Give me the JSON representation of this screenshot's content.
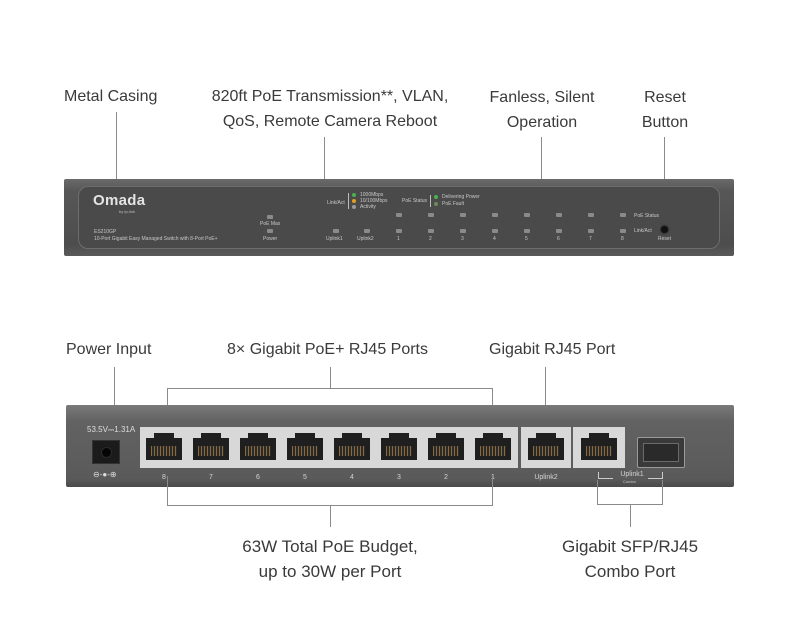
{
  "front_callouts": {
    "metal_casing": "Metal Casing",
    "poe_line1": "820ft PoE Transmission**, VLAN,",
    "poe_line2": "QoS, Remote Camera Reboot",
    "fanless_line1": "Fanless, Silent",
    "fanless_line2": "Operation",
    "reset_line1": "Reset",
    "reset_line2": "Button"
  },
  "front_panel": {
    "brand": "Omada",
    "brand_sub": "by tp-link",
    "model": "ES210GP",
    "description": "10-Port Gigabit Easy Managed Switch with 8-Port PoE+",
    "poe_max": "PoE Max",
    "power": "Power",
    "link_act_legend": "Link/Act",
    "legend_1000": "1000Mbps",
    "legend_10_100": "10/100Mbps",
    "legend_activity": "Activity",
    "poe_status_legend": "PoE Status",
    "legend_delivering": "Delivering Power",
    "legend_fault": "PoE Fault",
    "uplink1": "Uplink1",
    "uplink2": "Uplink2",
    "ports": [
      "1",
      "2",
      "3",
      "4",
      "5",
      "6",
      "7",
      "8"
    ],
    "poe_status_row": "PoE Status",
    "link_act_row": "Link/Act",
    "reset": "Reset",
    "colors": {
      "green": "#4caf50",
      "amber": "#e0a020",
      "grey": "#9a9a9a"
    }
  },
  "rear_callouts": {
    "power_input": "Power Input",
    "poe_ports": "8× Gigabit PoE+ RJ45 Ports",
    "rj45_port": "Gigabit RJ45 Port",
    "budget_line1": "63W Total PoE Budget,",
    "budget_line2": "up to 30W per Port",
    "combo_line1": "Gigabit SFP/RJ45",
    "combo_line2": "Combo Port"
  },
  "rear_panel": {
    "power_rating": "53.5V⎓1.31A",
    "polarity": "⊖-●-⊕",
    "poe_ports": [
      "8",
      "7",
      "6",
      "5",
      "4",
      "3",
      "2",
      "1"
    ],
    "uplink2": "Uplink2",
    "uplink1": "Uplink1",
    "combo": "Combo"
  }
}
